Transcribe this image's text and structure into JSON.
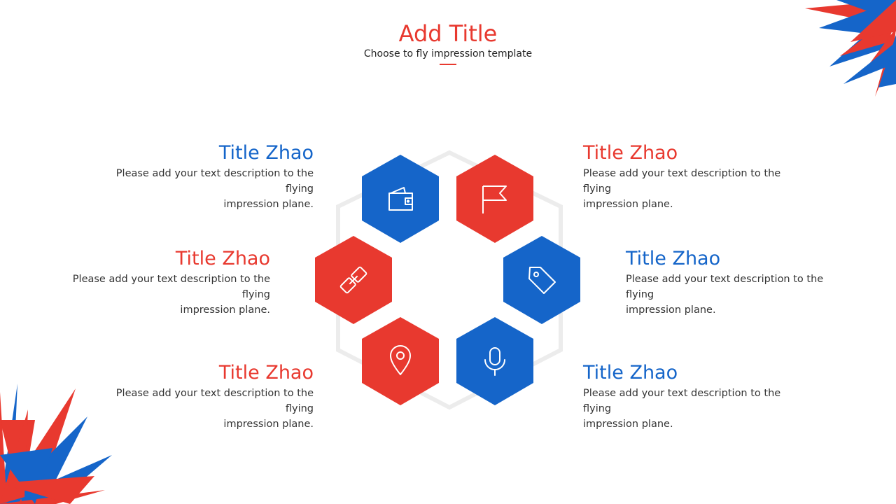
{
  "header": {
    "title": "Add Title",
    "subtitle": "Choose to fly impression template"
  },
  "colors": {
    "red": "#e8392f",
    "blue": "#1565c9",
    "ring": "#ececec"
  },
  "items": [
    {
      "title": "Title Zhao",
      "desc1": "Please add your text description to the flying",
      "desc2": "impression plane.",
      "color": "blue",
      "icon": "wallet-icon"
    },
    {
      "title": "Title Zhao",
      "desc1": "Please add your text description to the flying",
      "desc2": "impression plane.",
      "color": "red",
      "icon": "flag-icon"
    },
    {
      "title": "Title Zhao",
      "desc1": "Please add your text description to the flying",
      "desc2": "impression plane.",
      "color": "red",
      "icon": "link-icon"
    },
    {
      "title": "Title Zhao",
      "desc1": "Please add your text description to the flying",
      "desc2": "impression plane.",
      "color": "blue",
      "icon": "tag-icon"
    },
    {
      "title": "Title Zhao",
      "desc1": "Please add your text description to the flying",
      "desc2": "impression plane.",
      "color": "red",
      "icon": "location-pin-icon"
    },
    {
      "title": "Title Zhao",
      "desc1": "Please add your text description to the flying",
      "desc2": "impression plane.",
      "color": "blue",
      "icon": "microphone-icon"
    }
  ]
}
